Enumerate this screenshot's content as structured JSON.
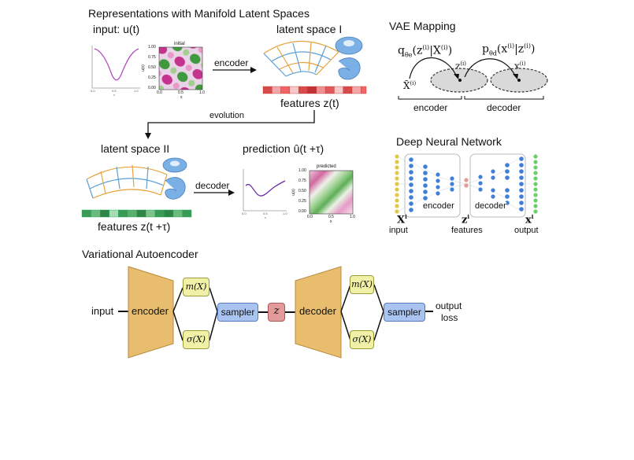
{
  "colors": {
    "trapezoid": "#e8bd6e",
    "trapezoid_stroke": "#b8893c",
    "param_box": "#f0f0a6",
    "param_stroke": "#9c9c3c",
    "sampler_box": "#a9c4f0",
    "sampler_stroke": "#5a7bbf",
    "z_box": "#e39a9a",
    "z_stroke": "#b05858",
    "feature_red": "#d84b4b",
    "feature_green": "#3b9a53",
    "nn_blue": "#3f7fd6",
    "nn_yellow": "#e0c84a",
    "nn_green": "#6ccf6c",
    "torus": "#7ab0e6"
  },
  "manifold": {
    "title": "Representations with Manifold Latent Spaces",
    "input_label": "input: u(t)",
    "heatmap_initial_title": "initial",
    "heatmap_ylabel": "u(x)",
    "heatmap_xlabel": "x",
    "heatmap_yticks": [
      "1.00",
      "0.75",
      "0.50",
      "0.25",
      "0.00"
    ],
    "heatmap_xticks": [
      "0.0",
      "0.5",
      "1.0"
    ],
    "small_xticks": [
      "0.0",
      "0.5",
      "1.0"
    ],
    "small_xlabel": "x",
    "encoder_label": "encoder",
    "latent1_label": "latent space I",
    "features_label": "features z(t)",
    "evolution_label": "evolution",
    "latent2_label": "latent space II",
    "decoder_label": "decoder",
    "prediction_label": "prediction û(t +τ)",
    "features2_label": "features z(t +τ)",
    "heatmap_predicted_title": "predicted"
  },
  "vae_mapping": {
    "title": "VAE Mapping",
    "q_formula": "qθe(z(i)|X(i))",
    "p_formula": "pθd(x(i)|z(i))",
    "z_label": "z(i)",
    "x_tilde_label": "X̃(i)",
    "x_label": "x(i)",
    "encoder_label": "encoder",
    "decoder_label": "decoder"
  },
  "deep_nn": {
    "title": "Deep Neural Network",
    "encoder_label": "encoder",
    "decoder_label": "decoder",
    "X_label": "Xi",
    "z_label": "zi",
    "x_label": "xi",
    "input_caption": "input",
    "features_caption": "features",
    "output_caption": "output"
  },
  "vae": {
    "title": "Variational Autoencoder",
    "input_label": "input",
    "encoder_label": "encoder",
    "m1_label": "m(X)",
    "s1_label": "σ(X)",
    "sampler1_label": "sampler",
    "z_label": "z",
    "decoder_label": "decoder",
    "m2_label": "m(X)",
    "s2_label": "σ(X)",
    "sampler2_label": "sampler",
    "output_label": "output",
    "loss_label": "loss"
  }
}
